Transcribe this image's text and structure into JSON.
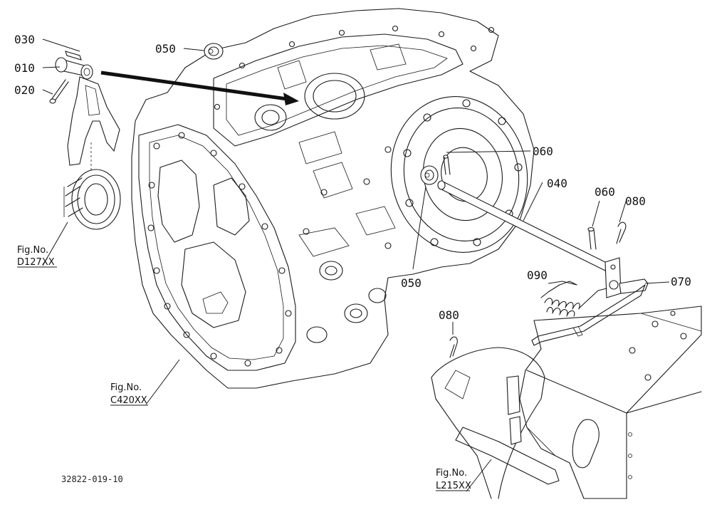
{
  "callouts": [
    {
      "id": "p030",
      "text": "030"
    },
    {
      "id": "p010",
      "text": "010"
    },
    {
      "id": "p020",
      "text": "020"
    },
    {
      "id": "p050a",
      "text": "050"
    },
    {
      "id": "p050b",
      "text": "050"
    },
    {
      "id": "p060a",
      "text": "060"
    },
    {
      "id": "p040",
      "text": "040"
    },
    {
      "id": "p060b",
      "text": "060"
    },
    {
      "id": "p080a",
      "text": "080"
    },
    {
      "id": "p090",
      "text": "090"
    },
    {
      "id": "p070",
      "text": "070"
    },
    {
      "id": "p080b",
      "text": "080"
    }
  ],
  "figure_refs": [
    {
      "id": "d127",
      "label": "Fig.No.",
      "code": "D127XX"
    },
    {
      "id": "c420",
      "label": "Fig.No.",
      "code": "C420XX"
    },
    {
      "id": "l215",
      "label": "Fig.No.",
      "code": "L215XX"
    }
  ],
  "drawing_code": "32822-019-10"
}
